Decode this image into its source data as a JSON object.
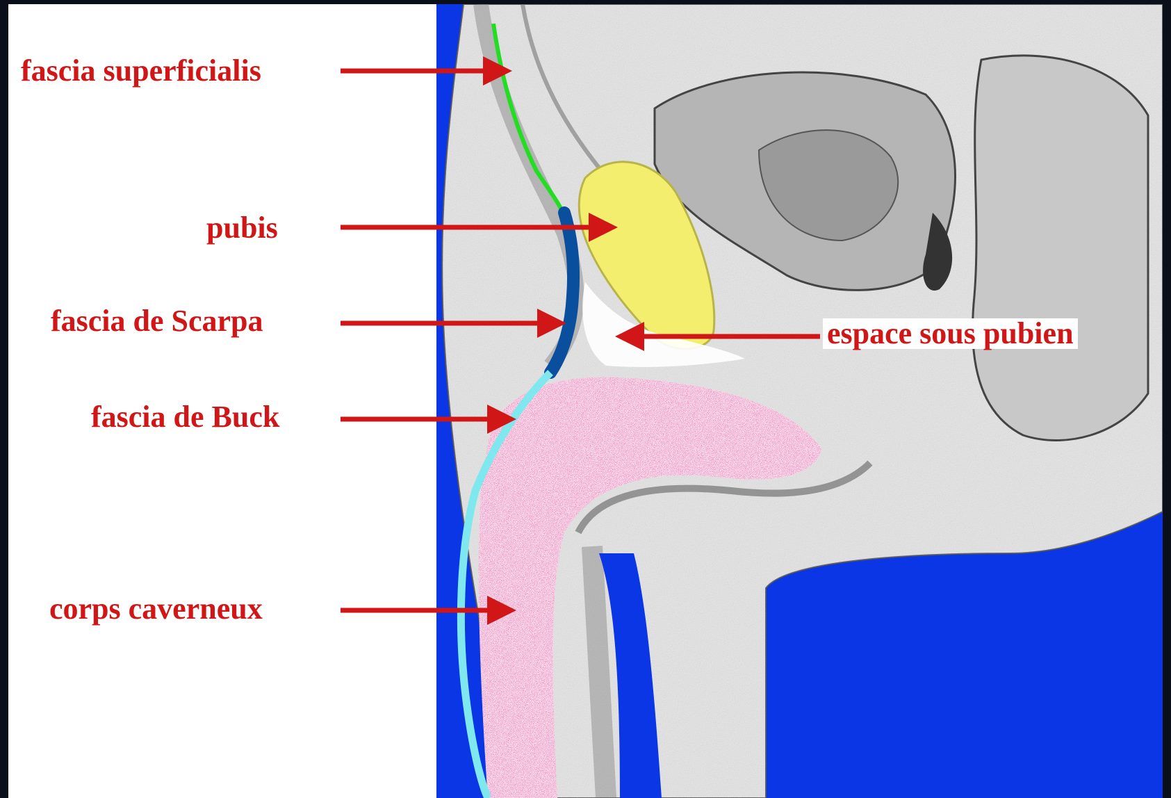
{
  "labels": {
    "fascia_superficialis": "fascia superficialis",
    "pubis": "pubis",
    "fascia_de_scarpa": "fascia de Scarpa",
    "fascia_de_buck": "fascia de Buck",
    "corps_caverneux": "corps caverneux",
    "espace_sous_pubien": "espace sous pubien"
  },
  "colors": {
    "label_text": "#d01616",
    "arrow": "#d01616",
    "background_cavity": "#0a36e6",
    "fascia_superficialis_line": "#22dd22",
    "fascia_de_scarpa_line": "#0a4e9e",
    "fascia_de_buck_line": "#7ee8ee",
    "pubis_fill": "#f2ee70",
    "corps_caverneux_fill": "#e8a6c8",
    "tissue": "#cfcfcf",
    "page_border": "#0b0f1a"
  }
}
